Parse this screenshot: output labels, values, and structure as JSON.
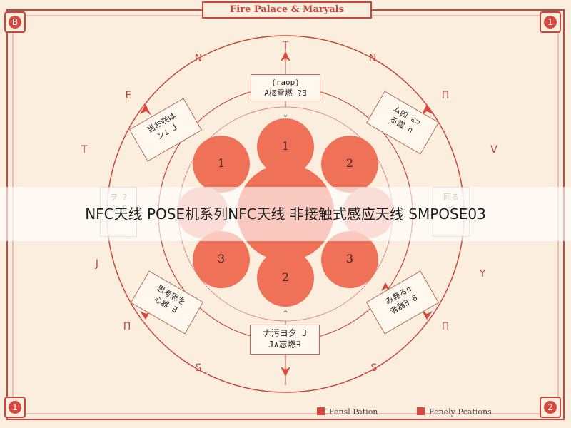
{
  "title": "Fire Palace & Maryals",
  "corner_badges": {
    "top_left": "B",
    "top_right": "1",
    "bottom_left": "1",
    "bottom_right": "2"
  },
  "compass_marks": {
    "top": "T",
    "top_left_1": "N",
    "top_left_2": "E",
    "top_left_3": "T",
    "top_right_1": "N",
    "top_right_2": "Π",
    "top_right_3": "V",
    "bottom_left_1": "J",
    "bottom_left_2": "Π",
    "bottom_left_3": "S",
    "bottom_right_1": "Y",
    "bottom_right_2": "Π",
    "bottom_right_3": "S"
  },
  "cards": {
    "top": {
      "line1": "(raop)",
      "line2": "A梅雪燃  ?∃"
    },
    "bottom": {
      "line1": "ナ汚ヨ夕 J",
      "line2": "J∧忘燃∃"
    },
    "top_left": {
      "line1": "当お咲は",
      "line2": "ン⊥ ⅃"
    },
    "top_right": {
      "line1": "ム凶 ε⊃",
      "line2": "る霞 ∩"
    },
    "bottom_left": {
      "line1": "思考思を",
      "line2": "心器 ∃"
    },
    "bottom_right": {
      "line1": "み発る∩",
      "line2": "者器∃ 8"
    },
    "left": {
      "line1": "ヲ ?",
      "line2": "ふ 8"
    },
    "right": {
      "line1": "回る",
      "line2": "恐"
    }
  },
  "circles": {
    "top": "1",
    "upper_left": "1",
    "upper_right": "2",
    "lower_left": "3",
    "lower_right": "3",
    "bottom": "2"
  },
  "overlay_caption": "NFC天线 POSE机系列NFC天线 非接触式感应天线 SMPOSE03",
  "legend": [
    {
      "label": "Fensl Pation"
    },
    {
      "label": "Fenely Pcations"
    }
  ],
  "colors": {
    "accent": "#d8493d",
    "circle_fill": "#ef7157",
    "background": "#fbeede",
    "line": "#c8463a"
  }
}
